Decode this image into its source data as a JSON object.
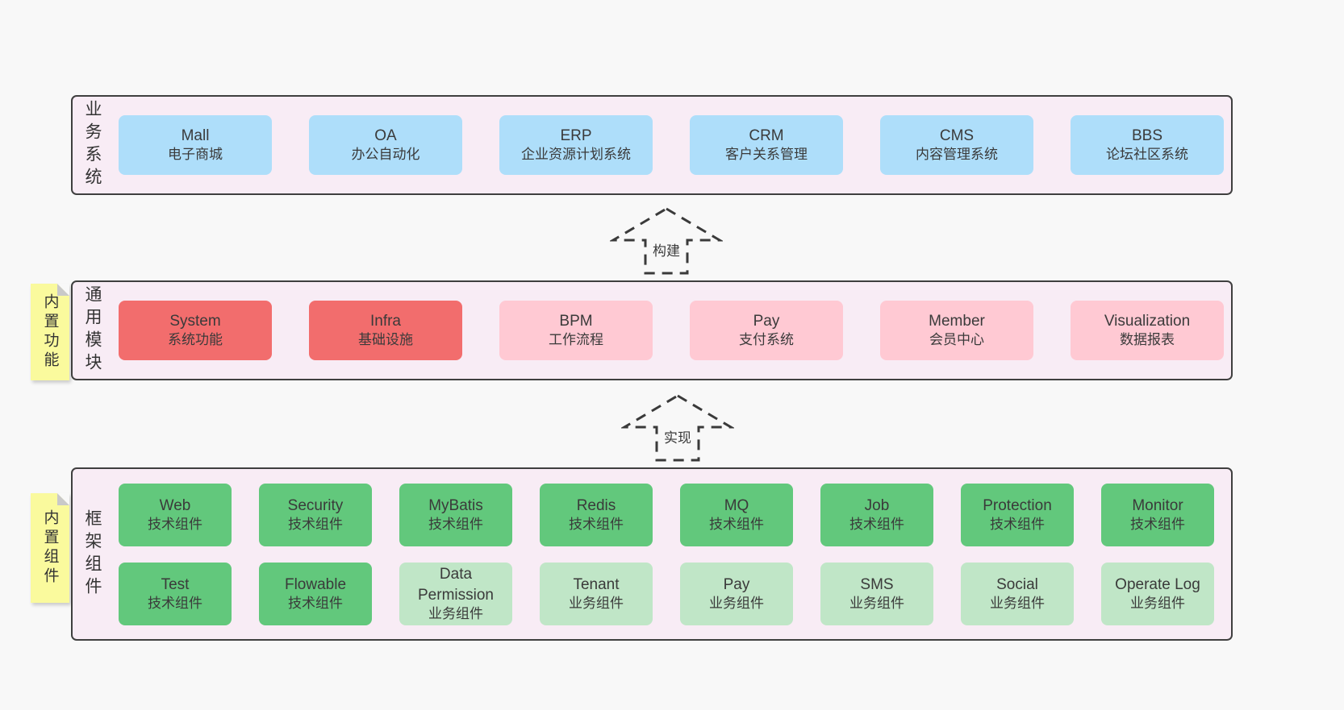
{
  "colors": {
    "page_bg": "#f8f8f8",
    "band_bg": "#f8ecf5",
    "band_border": "#3f3f3f",
    "blue": "#aedefa",
    "red": "#f26d6d",
    "pink": "#ffc9d3",
    "green": "#62c87c",
    "green_light": "#c0e6c7",
    "yellow": "#fafa9d",
    "text": "#3a3a3a"
  },
  "arrows": [
    {
      "label": "构建"
    },
    {
      "label": "实现"
    }
  ],
  "bands": [
    {
      "label": "业务系统",
      "boxes": [
        {
          "title": "Mall",
          "subtitle": "电子商城",
          "variant": "blue"
        },
        {
          "title": "OA",
          "subtitle": "办公自动化",
          "variant": "blue"
        },
        {
          "title": "ERP",
          "subtitle": "企业资源计划系统",
          "variant": "blue"
        },
        {
          "title": "CRM",
          "subtitle": "客户关系管理",
          "variant": "blue"
        },
        {
          "title": "CMS",
          "subtitle": "内容管理系统",
          "variant": "blue"
        },
        {
          "title": "BBS",
          "subtitle": "论坛社区系统",
          "variant": "blue"
        }
      ]
    },
    {
      "label": "通用模块",
      "sticky": "内置功能",
      "boxes": [
        {
          "title": "System",
          "subtitle": "系统功能",
          "variant": "red"
        },
        {
          "title": "Infra",
          "subtitle": "基础设施",
          "variant": "red"
        },
        {
          "title": "BPM",
          "subtitle": "工作流程",
          "variant": "pink"
        },
        {
          "title": "Pay",
          "subtitle": "支付系统",
          "variant": "pink"
        },
        {
          "title": "Member",
          "subtitle": "会员中心",
          "variant": "pink"
        },
        {
          "title": "Visualization",
          "subtitle": "数据报表",
          "variant": "pink"
        }
      ]
    },
    {
      "label": "框架组件",
      "sticky": "内置组件",
      "rows": [
        [
          {
            "title": "Web",
            "subtitle": "技术组件",
            "variant": "green"
          },
          {
            "title": "Security",
            "subtitle": "技术组件",
            "variant": "green"
          },
          {
            "title": "MyBatis",
            "subtitle": "技术组件",
            "variant": "green"
          },
          {
            "title": "Redis",
            "subtitle": "技术组件",
            "variant": "green"
          },
          {
            "title": "MQ",
            "subtitle": "技术组件",
            "variant": "green"
          },
          {
            "title": "Job",
            "subtitle": "技术组件",
            "variant": "green"
          },
          {
            "title": "Protection",
            "subtitle": "技术组件",
            "variant": "green"
          },
          {
            "title": "Monitor",
            "subtitle": "技术组件",
            "variant": "green"
          }
        ],
        [
          {
            "title": "Test",
            "subtitle": "技术组件",
            "variant": "green"
          },
          {
            "title": "Flowable",
            "subtitle": "技术组件",
            "variant": "green"
          },
          {
            "title": "Data Permission",
            "subtitle": "业务组件",
            "variant": "green_light"
          },
          {
            "title": "Tenant",
            "subtitle": "业务组件",
            "variant": "green_light"
          },
          {
            "title": "Pay",
            "subtitle": "业务组件",
            "variant": "green_light"
          },
          {
            "title": "SMS",
            "subtitle": "业务组件",
            "variant": "green_light"
          },
          {
            "title": "Social",
            "subtitle": "业务组件",
            "variant": "green_light"
          },
          {
            "title": "Operate Log",
            "subtitle": "业务组件",
            "variant": "green_light"
          }
        ]
      ]
    }
  ]
}
